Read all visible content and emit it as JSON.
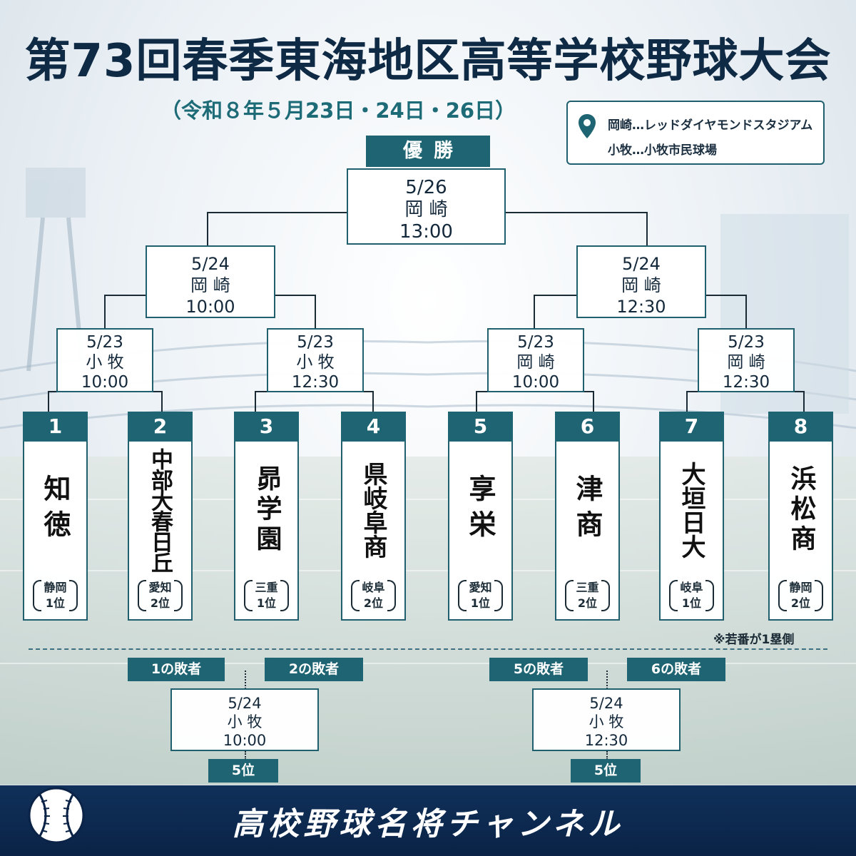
{
  "header": {
    "title": "第73回春季東海地区高等学校野球大会",
    "dates": "（令和８年５月23日・24日・26日）"
  },
  "venues": {
    "line1": "岡崎…レッドダイヤモンドスタジアム",
    "line2": "小牧…小牧市民球場",
    "icon": "map-pin-icon"
  },
  "final": {
    "label": "優勝",
    "date": "5/26",
    "venue": "岡 崎",
    "time": "13:00"
  },
  "semifinals": [
    {
      "date": "5/24",
      "venue": "岡 崎",
      "time": "10:00"
    },
    {
      "date": "5/24",
      "venue": "岡 崎",
      "time": "12:30"
    }
  ],
  "quarterfinals": [
    {
      "date": "5/23",
      "venue": "小 牧",
      "time": "10:00"
    },
    {
      "date": "5/23",
      "venue": "小 牧",
      "time": "12:30"
    },
    {
      "date": "5/23",
      "venue": "岡 崎",
      "time": "10:00"
    },
    {
      "date": "5/23",
      "venue": "岡 崎",
      "time": "12:30"
    }
  ],
  "teams": [
    {
      "num": "1",
      "name": "知徳",
      "pref": "静岡",
      "rank": "1位"
    },
    {
      "num": "2",
      "name": "中部大春日丘",
      "pref": "愛知",
      "rank": "2位"
    },
    {
      "num": "3",
      "name": "昴学園",
      "pref": "三重",
      "rank": "1位"
    },
    {
      "num": "4",
      "name": "県岐阜商",
      "pref": "岐阜",
      "rank": "2位"
    },
    {
      "num": "5",
      "name": "享栄",
      "pref": "愛知",
      "rank": "1位"
    },
    {
      "num": "6",
      "name": "津商",
      "pref": "三重",
      "rank": "2位"
    },
    {
      "num": "7",
      "name": "大垣日大",
      "pref": "岐阜",
      "rank": "1位"
    },
    {
      "num": "8",
      "name": "浜松商",
      "pref": "静岡",
      "rank": "2位"
    }
  ],
  "note": "※若番が1塁側",
  "consolation": [
    {
      "loser_a": "1の敗者",
      "loser_b": "2の敗者",
      "date": "5/24",
      "venue": "小 牧",
      "time": "10:00",
      "result": "5位"
    },
    {
      "loser_a": "5の敗者",
      "loser_b": "6の敗者",
      "date": "5/24",
      "venue": "小 牧",
      "time": "12:30",
      "result": "5位"
    }
  ],
  "footer": {
    "channel": "高校野球名将チャンネル",
    "icon": "baseball-icon"
  },
  "colors": {
    "title": "#0f2a45",
    "accent": "#1f6472",
    "dates": "#1e6b78",
    "footer": "#0a2346"
  }
}
